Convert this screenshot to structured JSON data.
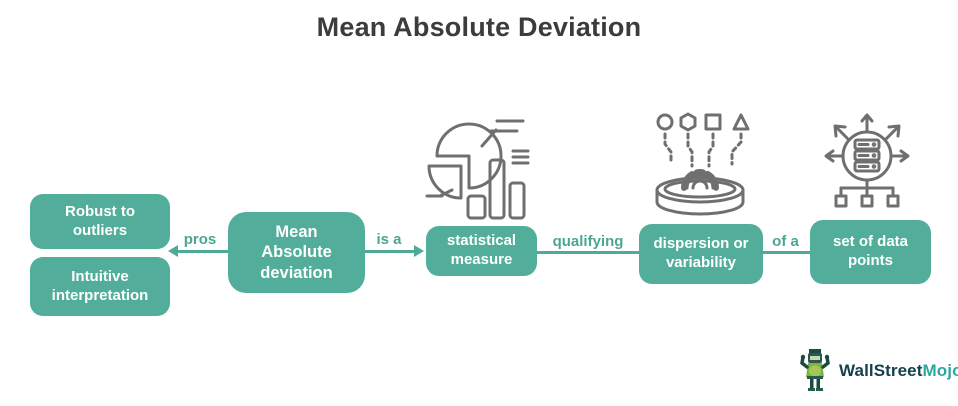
{
  "title": "Mean Absolute Deviation",
  "boxes": {
    "robust": {
      "label": [
        "Robust to",
        "outliers"
      ]
    },
    "intuitive": {
      "label": [
        "Intuitive",
        "interpretation"
      ]
    },
    "mad": {
      "label": [
        "Mean",
        "Absolute",
        "deviation"
      ]
    },
    "statistical": {
      "label": [
        "statistical",
        "measure"
      ]
    },
    "dispersion": {
      "label": [
        "dispersion or",
        "variability"
      ]
    },
    "datapoints": {
      "label": [
        "set of data",
        "points"
      ]
    }
  },
  "connectors": {
    "pros": "pros",
    "is_a": "is a",
    "qualifying": "qualifying",
    "of_a": "of a"
  },
  "icons": {
    "statistical": "pie-and-bar-chart-icon",
    "dispersion": "shapes-into-bowl-gear-icon",
    "datapoints": "database-spread-arrows-icon"
  },
  "logo": {
    "brand_dark": "WallStreet",
    "brand_accent": "Mojo"
  },
  "colors": {
    "box_teal": "#52AE9B",
    "connector_teal": "#4BA794",
    "icon_gray": "#6F6F6F",
    "title_gray": "#3C3C3C",
    "logo_dark": "#16404E",
    "logo_teal": "#2AA79F"
  }
}
